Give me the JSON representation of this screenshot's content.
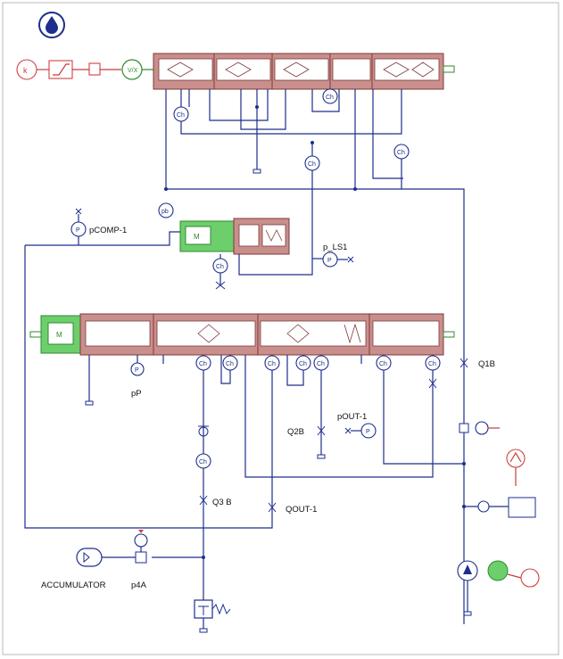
{
  "icons": {
    "hydraulic_library": "water-drop-icon"
  },
  "colors": {
    "line": "#1d2e8c",
    "valve": "#c98f8c",
    "signal": "#c63b3b",
    "pump": "#6ccf6c"
  },
  "gauge_label": "Ch",
  "labels": {
    "pcomp": "pCOMP-1",
    "p_ls1": "p_LS1",
    "pp": "pP",
    "q1b": "Q1B",
    "q2b": "Q2B",
    "pout": "pOUT-1",
    "q3b": "Q3 B",
    "qout": "QOUT-1",
    "accumulator": "ACCUMULATOR",
    "p4a": "p4A"
  }
}
